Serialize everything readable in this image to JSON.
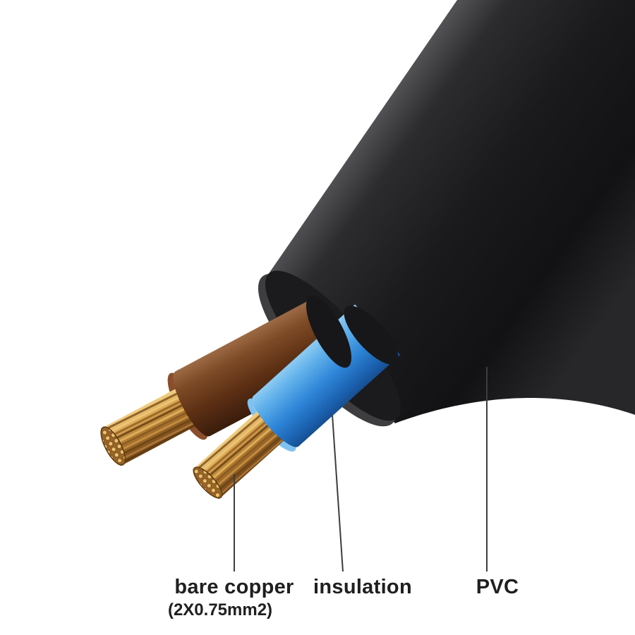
{
  "page": {
    "background": "#ffffff"
  },
  "labels": {
    "bare_copper": {
      "text": "bare copper",
      "spec": "(2X0.75mm2)"
    },
    "insulation": {
      "text": "insulation"
    },
    "pvc": {
      "text": "PVC"
    }
  },
  "colors": {
    "copper": "#c8913f",
    "insulation_blue": "#2f85d8",
    "insulation_brown": "#6b3a1a",
    "pvc_jacket": "#1a1a1c",
    "label_text": "#1f1f1f",
    "leader_line": "#3d3d3d"
  }
}
